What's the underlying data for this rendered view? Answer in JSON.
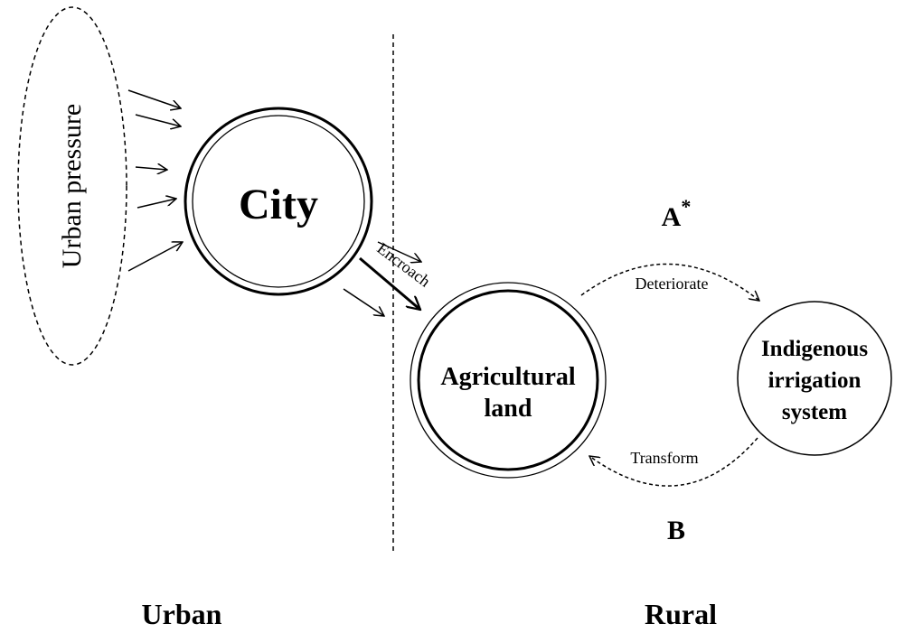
{
  "pressure_label": "Urban pressure",
  "city_label": "City",
  "encroach_label": "Encroach",
  "agri_label": [
    "Agricultural",
    "land"
  ],
  "irrigation_label": [
    "Indigenous",
    "irrigation",
    "system"
  ],
  "deteriorate_label": "Deteriorate",
  "transform_label": "Transform",
  "letter_a": "A",
  "letter_a_mark": "*",
  "letter_b": "B",
  "urban_label": "Urban",
  "rural_label": "Rural"
}
